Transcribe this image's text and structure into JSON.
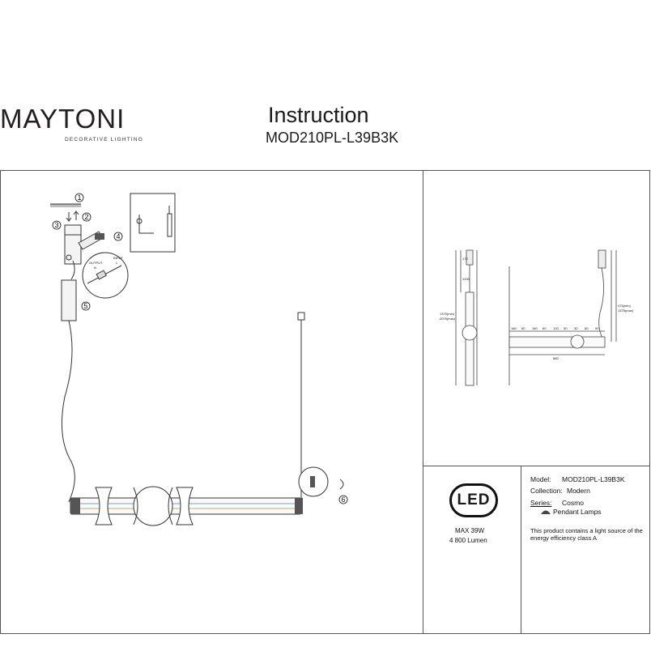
{
  "brand": {
    "name": "MAYTONI",
    "tagline": "DECORATIVE LIGHTING"
  },
  "header": {
    "title": "Instruction",
    "model": "MOD210PL-L39B3K"
  },
  "steps": [
    "1",
    "2",
    "3",
    "4",
    "5",
    "6"
  ],
  "wiring": {
    "output": "OUTPUT",
    "input": "INPUT",
    "n": "N",
    "l": "L"
  },
  "led": {
    "badge": "LED",
    "power": "MAX 39W",
    "lumen": "4 800 Lumen"
  },
  "info": {
    "model_label": "Model:",
    "model_value": "MOD210PL-L39B3K",
    "collection_label": "Collection:",
    "collection_value": "Modern",
    "series_label": "Series:",
    "series_value": "Cosmo",
    "type_value": "Pendant Lamps",
    "energy_line1": "This product contains a light source of the",
    "energy_line2": "energy efficiency class A"
  },
  "dims": {
    "d170": "170",
    "d1200": "1200",
    "d1375min": "1375(min)",
    "d2075max": "2075(max)",
    "d475min": "475(min)",
    "d1375max": "1375(max)",
    "segments": [
      "160",
      "60",
      "150",
      "60",
      "120",
      "50",
      "30",
      "60",
      "90"
    ],
    "total": "880"
  }
}
